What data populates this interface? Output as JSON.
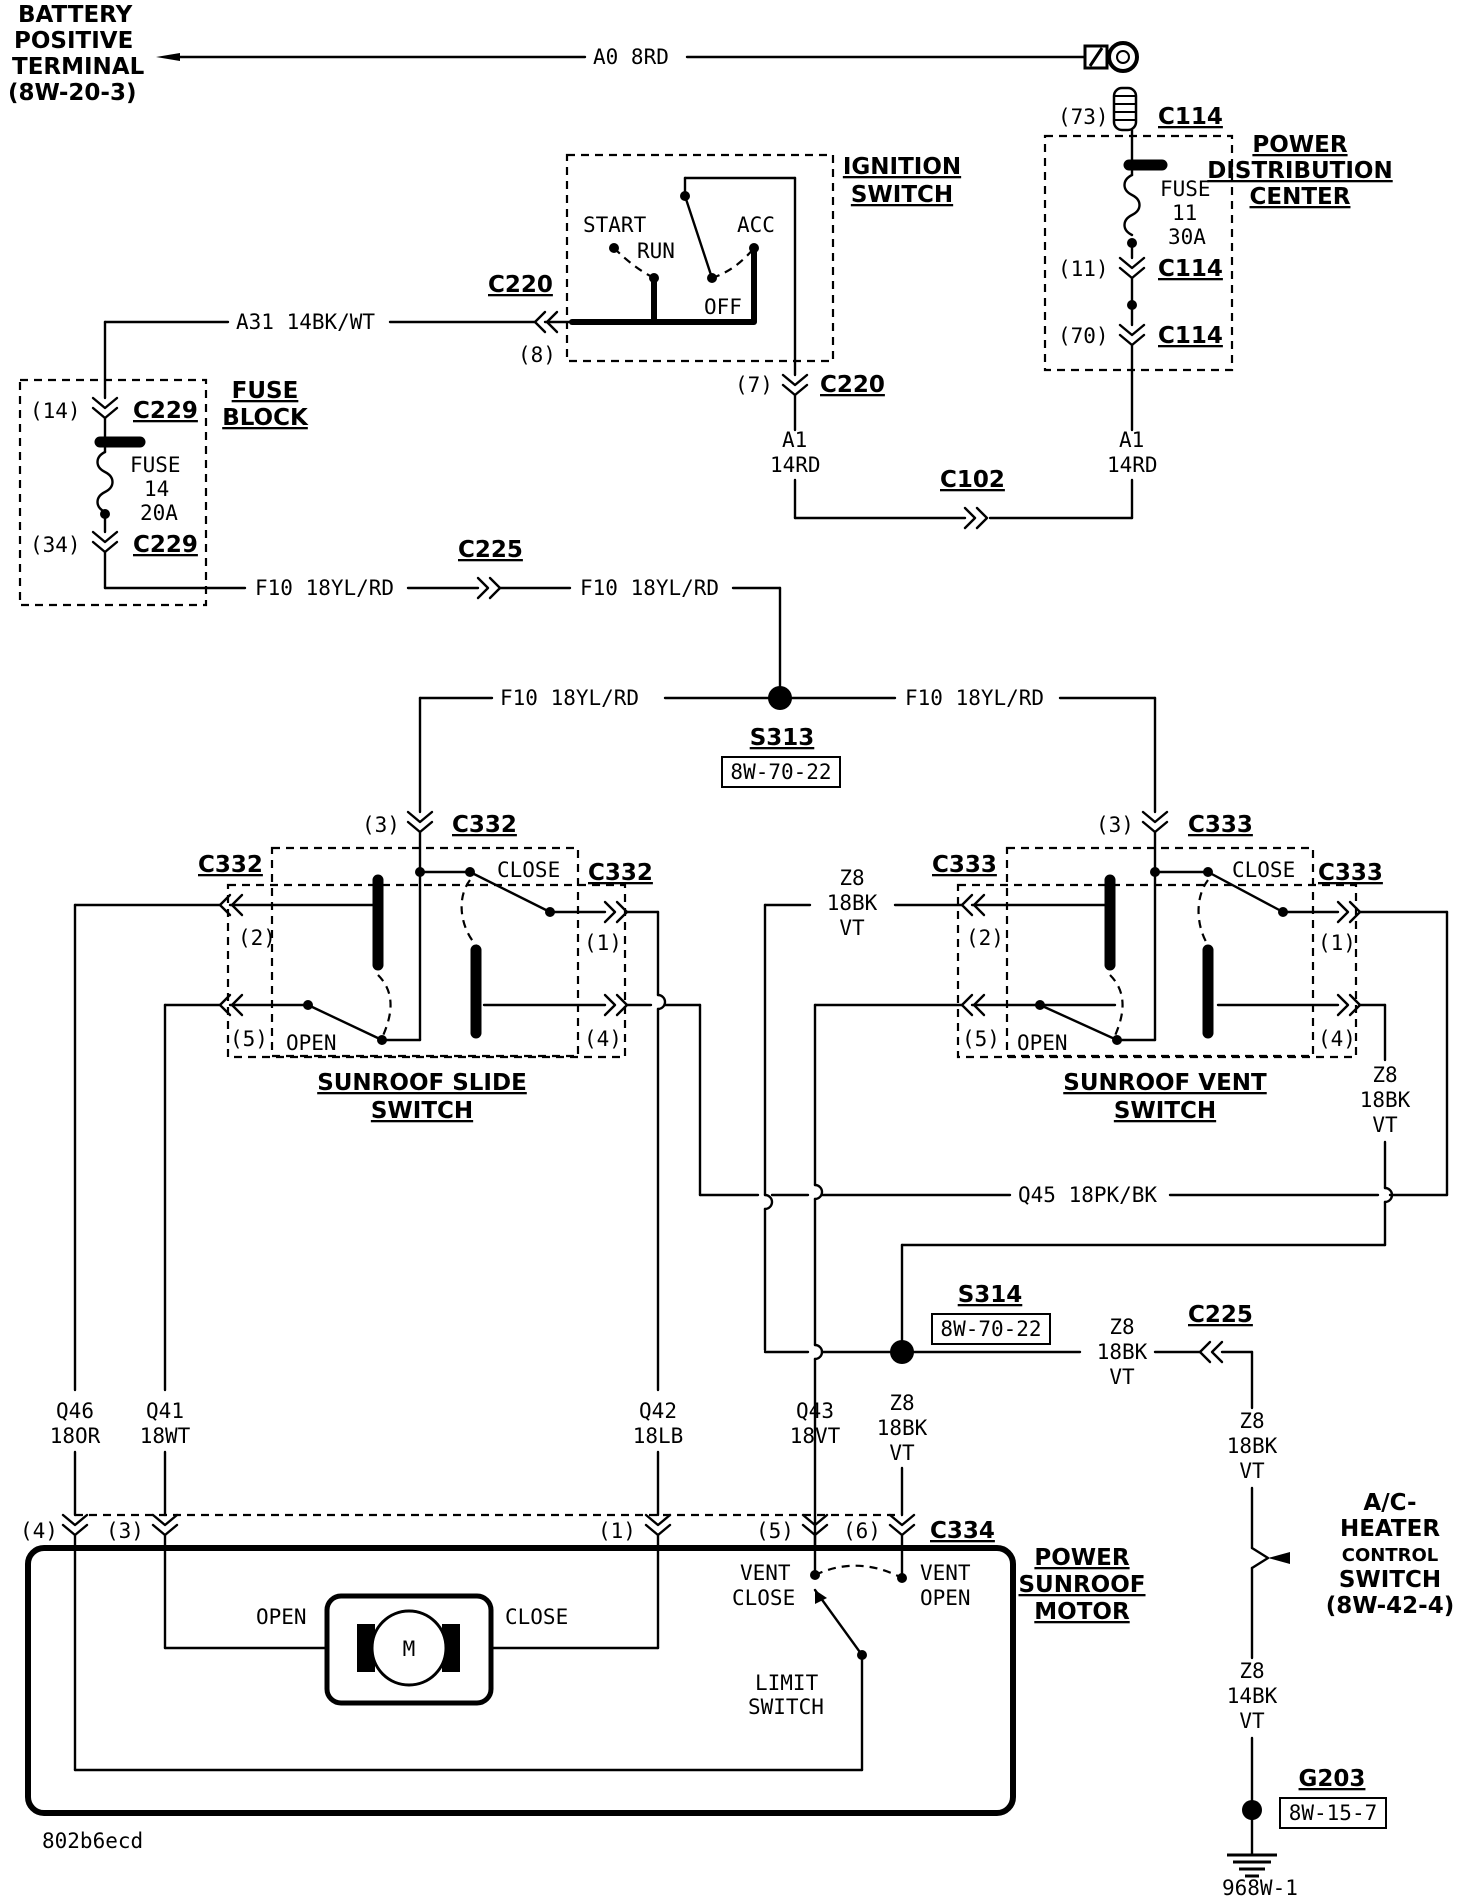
{
  "battery": {
    "line1": "BATTERY",
    "line2": "POSITIVE",
    "line3": "TERMINAL",
    "ref": "(8W-20-3)"
  },
  "wire_a0": "A0 8RD",
  "ignition": {
    "title1": "IGNITION",
    "title2": "SWITCH",
    "start": "START",
    "run": "RUN",
    "acc": "ACC",
    "off": "OFF"
  },
  "pdc": {
    "title1": "POWER",
    "title2": "DISTRIBUTION",
    "title3": "CENTER",
    "fuse": "FUSE",
    "fuse_no": "11",
    "fuse_amp": "30A",
    "pin73": "(73)",
    "pin11": "(11)",
    "pin70": "(70)",
    "conn": "C114"
  },
  "fuse_block": {
    "title1": "FUSE",
    "title2": "BLOCK",
    "fuse": "FUSE",
    "fuse_no": "14",
    "fuse_amp": "20A",
    "pin14": "(14)",
    "pin34": "(34)",
    "conn": "C229"
  },
  "wires": {
    "a31": "A31 14BK/WT",
    "a1_name": "A1",
    "a1_gauge": "14RD",
    "f10": "F10 18YL/RD",
    "q45": "Q45 18PK/BK",
    "z8": "Z8",
    "z8_gauge": "18BK",
    "z8_color": "VT",
    "z8_gauge14": "14BK",
    "q46": "Q46",
    "q46_g": "18OR",
    "q41": "Q41",
    "q41_g": "18WT",
    "q42": "Q42",
    "q42_g": "18LB",
    "q43": "Q43",
    "q43_g": "18VT"
  },
  "connectors": {
    "c220": "C220",
    "c102": "C102",
    "c225": "C225",
    "c332": "C332",
    "c333": "C333",
    "c334": "C334"
  },
  "pins": {
    "p1": "(1)",
    "p2": "(2)",
    "p3": "(3)",
    "p4": "(4)",
    "p5": "(5)",
    "p6": "(6)",
    "p7": "(7)",
    "p8": "(8)"
  },
  "splices": {
    "s313": "S313",
    "s313_ref": "8W-70-22",
    "s314": "S314",
    "s314_ref": "8W-70-22"
  },
  "slide_switch": {
    "title1": "SUNROOF SLIDE",
    "title2": "SWITCH",
    "close": "CLOSE",
    "open": "OPEN"
  },
  "vent_switch": {
    "title1": "SUNROOF VENT",
    "title2": "SWITCH",
    "close": "CLOSE",
    "open": "OPEN"
  },
  "motor": {
    "title1": "POWER",
    "title2": "SUNROOF",
    "title3": "MOTOR",
    "open": "OPEN",
    "close": "CLOSE",
    "m": "M",
    "vent": "VENT",
    "vclose": "CLOSE",
    "vopen": "OPEN",
    "limit1": "LIMIT",
    "limit2": "SWITCH"
  },
  "ac": {
    "line1": "A/C-",
    "line2": "HEATER",
    "line3": "CONTROL",
    "line4": "SWITCH",
    "ref": "(8W-42-4)"
  },
  "ground": {
    "name": "G203",
    "ref": "8W-15-7"
  },
  "footer": {
    "id": "802b6ecd",
    "page": "968W-1"
  }
}
